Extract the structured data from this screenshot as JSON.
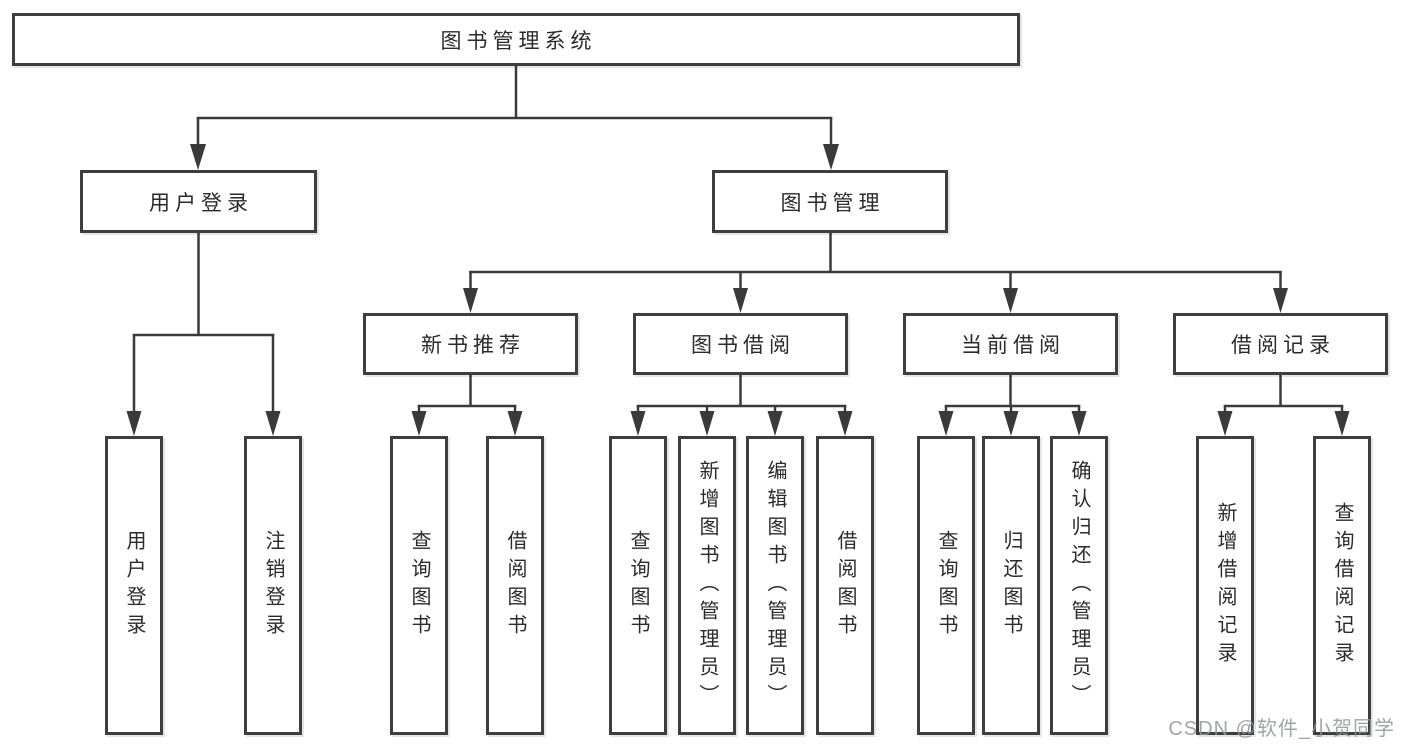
{
  "diagram": {
    "root": {
      "label": "图书管理系统"
    },
    "branches": {
      "user_login": {
        "label": "用户登录",
        "children": {
          "login": {
            "label": "用户登录"
          },
          "logout": {
            "label": "注销登录"
          }
        }
      },
      "book_management": {
        "label": "图书管理",
        "children": {
          "new_books": {
            "label": "新书推荐",
            "children": {
              "query": {
                "label": "查询图书"
              },
              "borrow": {
                "label": "借阅图书"
              }
            }
          },
          "borrowing": {
            "label": "图书借阅",
            "children": {
              "query": {
                "label": "查询图书"
              },
              "add": {
                "label": "新增图书（管理员）"
              },
              "edit": {
                "label": "编辑图书（管理员）"
              },
              "borrow": {
                "label": "借阅图书"
              }
            }
          },
          "current": {
            "label": "当前借阅",
            "children": {
              "query": {
                "label": "查询图书"
              },
              "return": {
                "label": "归还图书"
              },
              "confirm": {
                "label": "确认归还（管理员）"
              }
            }
          },
          "records": {
            "label": "借阅记录",
            "children": {
              "add": {
                "label": "新增借阅记录"
              },
              "query": {
                "label": "查询借阅记录"
              }
            }
          }
        }
      }
    }
  },
  "watermark": {
    "text": "CSDN @软件_小贺同学"
  },
  "colors": {
    "line": "#3a3a3a",
    "box_border": "#3e3e3e",
    "text": "#2b2b2b",
    "watermark": "#919498",
    "background": "#ffffff"
  }
}
